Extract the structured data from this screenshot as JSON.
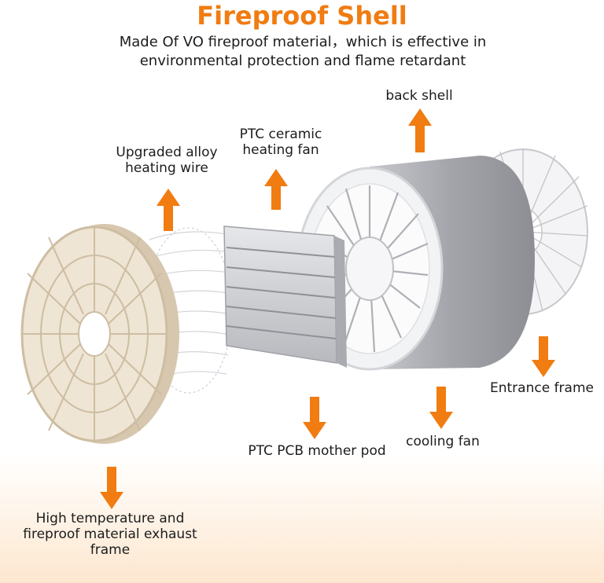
{
  "title": "Fireproof Shell",
  "subtitle": "Made Of VO fireproof material，which is effective in environmental protection and flame retardant",
  "labels": {
    "back_shell": "back shell",
    "ptc_ceramic": "PTC ceramic heating fan",
    "alloy_wire": "Upgraded alloy heating wire",
    "entrance_frame": "Entrance frame",
    "cooling_fan": "cooling fan",
    "pcb_pod": "PTC  PCB mother pod",
    "exhaust_frame": "High temperature and fireproof material exhaust frame"
  },
  "colors": {
    "accent": "#f07c12",
    "frame_beige": "#e9dcc8",
    "shell_grey": "#9a9aa0"
  }
}
